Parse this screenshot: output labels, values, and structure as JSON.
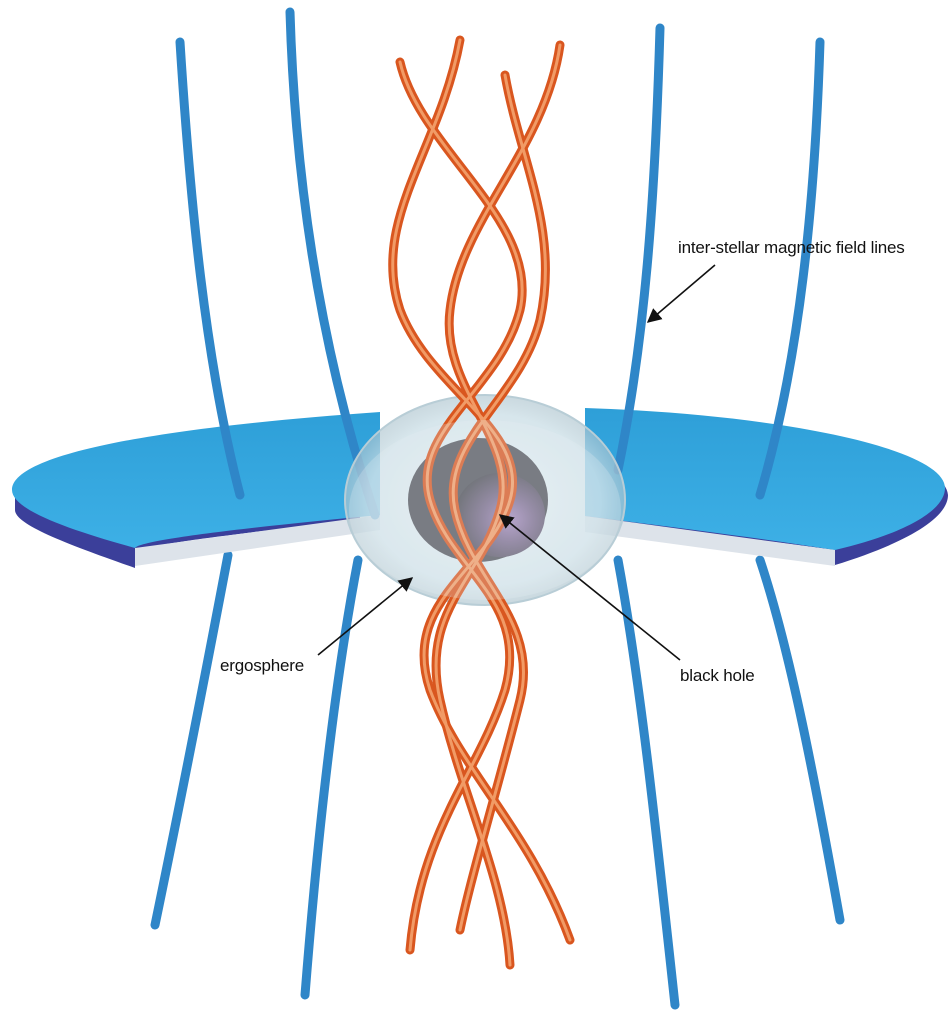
{
  "labels": {
    "field_lines": "inter-stellar magnetic field lines",
    "ergosphere": "ergosphere",
    "black_hole": "black hole"
  },
  "colors": {
    "field_line_blue": "#2f86c8",
    "disk_top": "#35a9e0",
    "disk_edge": "#3b3f9a",
    "disk_inner_rim": "#dde3ea",
    "jet_orange": "#d9561f",
    "jet_highlight": "#f4a36e",
    "ergosphere_fill": "#cfe3ea",
    "black_hole_core": "#6b6b74",
    "black_hole_violet": "#9a7ab5"
  }
}
